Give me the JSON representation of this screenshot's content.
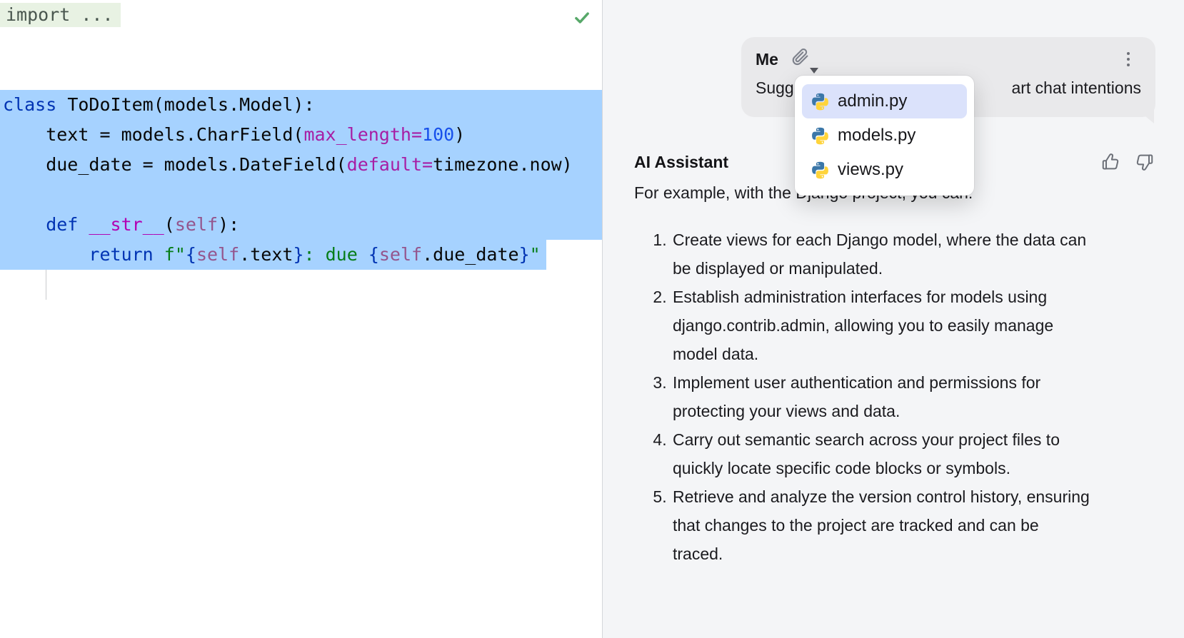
{
  "colors": {
    "selection": "#A6D2FF",
    "panel_bg": "#F4F5F7",
    "bubble_bg": "#E9E9EB",
    "popup_selected": "#DBE2FB",
    "fold_bg": "#E8F2E3",
    "keyword": "#0033B3",
    "number": "#1750EB",
    "string": "#067D17",
    "self": "#94558D",
    "dunder": "#B200B2",
    "kwarg": "#A71EA4",
    "check_green": "#57A869"
  },
  "editor": {
    "folded_import": "import ...",
    "inspection_status_icon": "green-check-inspection-ok",
    "lines": [
      {
        "sel": "block",
        "tokens": [
          {
            "c": "kw",
            "t": "class "
          },
          {
            "c": "plain",
            "t": "ToDoItem(models.Model):"
          }
        ]
      },
      {
        "sel": "block",
        "tokens": [
          {
            "c": "plain",
            "t": "    text = models.CharField("
          },
          {
            "c": "kwarg",
            "t": "max_length="
          },
          {
            "c": "num",
            "t": "100"
          },
          {
            "c": "plain",
            "t": ")"
          }
        ]
      },
      {
        "sel": "block",
        "tokens": [
          {
            "c": "plain",
            "t": "    due_date = models.DateField("
          },
          {
            "c": "kwarg",
            "t": "default="
          },
          {
            "c": "plain",
            "t": "timezone.now)"
          }
        ]
      },
      {
        "sel": "block",
        "tokens": []
      },
      {
        "sel": "block",
        "tokens": [
          {
            "c": "kw",
            "t": "    def "
          },
          {
            "c": "dunder",
            "t": "__str__"
          },
          {
            "c": "plain",
            "t": "("
          },
          {
            "c": "self",
            "t": "self"
          },
          {
            "c": "plain",
            "t": "):"
          }
        ]
      },
      {
        "sel": "inline",
        "tokens": [
          {
            "c": "kw",
            "t": "        return "
          },
          {
            "c": "str",
            "t": "f\""
          },
          {
            "c": "brace",
            "t": "{"
          },
          {
            "c": "self",
            "t": "self"
          },
          {
            "c": "plain",
            "t": ".text"
          },
          {
            "c": "brace",
            "t": "}"
          },
          {
            "c": "str",
            "t": ": due "
          },
          {
            "c": "brace",
            "t": "{"
          },
          {
            "c": "self",
            "t": "self"
          },
          {
            "c": "plain",
            "t": ".due_date"
          },
          {
            "c": "brace",
            "t": "}"
          },
          {
            "c": "str",
            "t": "\""
          }
        ]
      }
    ]
  },
  "chat": {
    "user": {
      "author": "Me",
      "attachment_icon": "paperclip-icon",
      "options_icon": "kebab-menu-icon",
      "message_fragment_left": "Sugg",
      "message_fragment_right": "art chat intentions"
    },
    "attachment_popup": {
      "items": [
        {
          "icon": "python-file-icon",
          "label": "admin.py",
          "selected": true
        },
        {
          "icon": "python-file-icon",
          "label": "models.py",
          "selected": false
        },
        {
          "icon": "python-file-icon",
          "label": "views.py",
          "selected": false
        }
      ]
    },
    "assistant": {
      "author": "AI Assistant",
      "feedback_icons": [
        "thumbs-up-icon",
        "thumbs-down-icon"
      ],
      "intro": "For example, with the Django project, you can:",
      "numbered_list": [
        "Create views for each Django model, where the data can be displayed or manipulated.",
        "Establish administration interfaces for models using django.contrib.admin, allowing you to easily manage model data.",
        "Implement user authentication and permissions for protecting your views and data.",
        "Carry out semantic search across your project files to quickly locate specific code blocks or symbols.",
        "Retrieve and analyze the version control history, ensuring that changes to the project are tracked and can be traced."
      ]
    }
  }
}
